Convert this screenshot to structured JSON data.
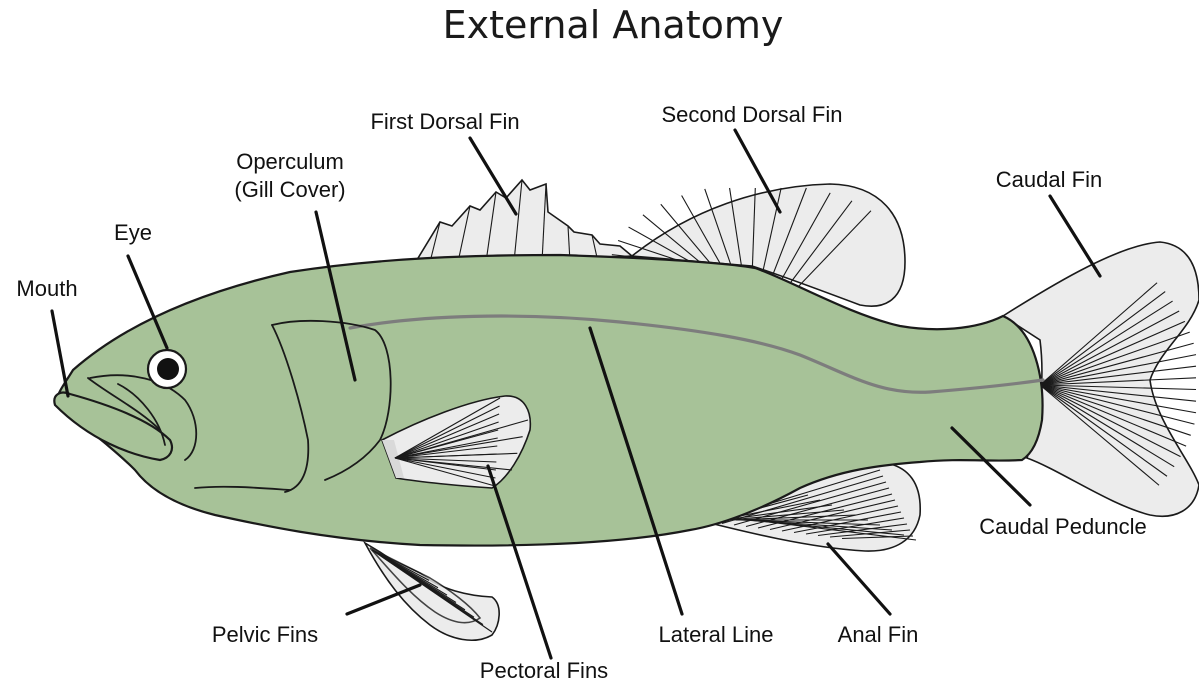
{
  "title": "External Anatomy",
  "colors": {
    "body": "#a7c298",
    "fins": "#ececec",
    "outline": "#1a1a1a",
    "lateral_line": "#7d7d7d"
  },
  "labels": {
    "mouth": "Mouth",
    "eye": "Eye",
    "operculum_line1": "Operculum",
    "operculum_line2": "(Gill Cover)",
    "first_dorsal_fin": "First Dorsal Fin",
    "second_dorsal_fin": "Second Dorsal Fin",
    "caudal_fin": "Caudal Fin",
    "caudal_peduncle": "Caudal Peduncle",
    "anal_fin": "Anal Fin",
    "lateral_line": "Lateral Line",
    "pectoral_fins": "Pectoral Fins",
    "pelvic_fins": "Pelvic Fins"
  }
}
